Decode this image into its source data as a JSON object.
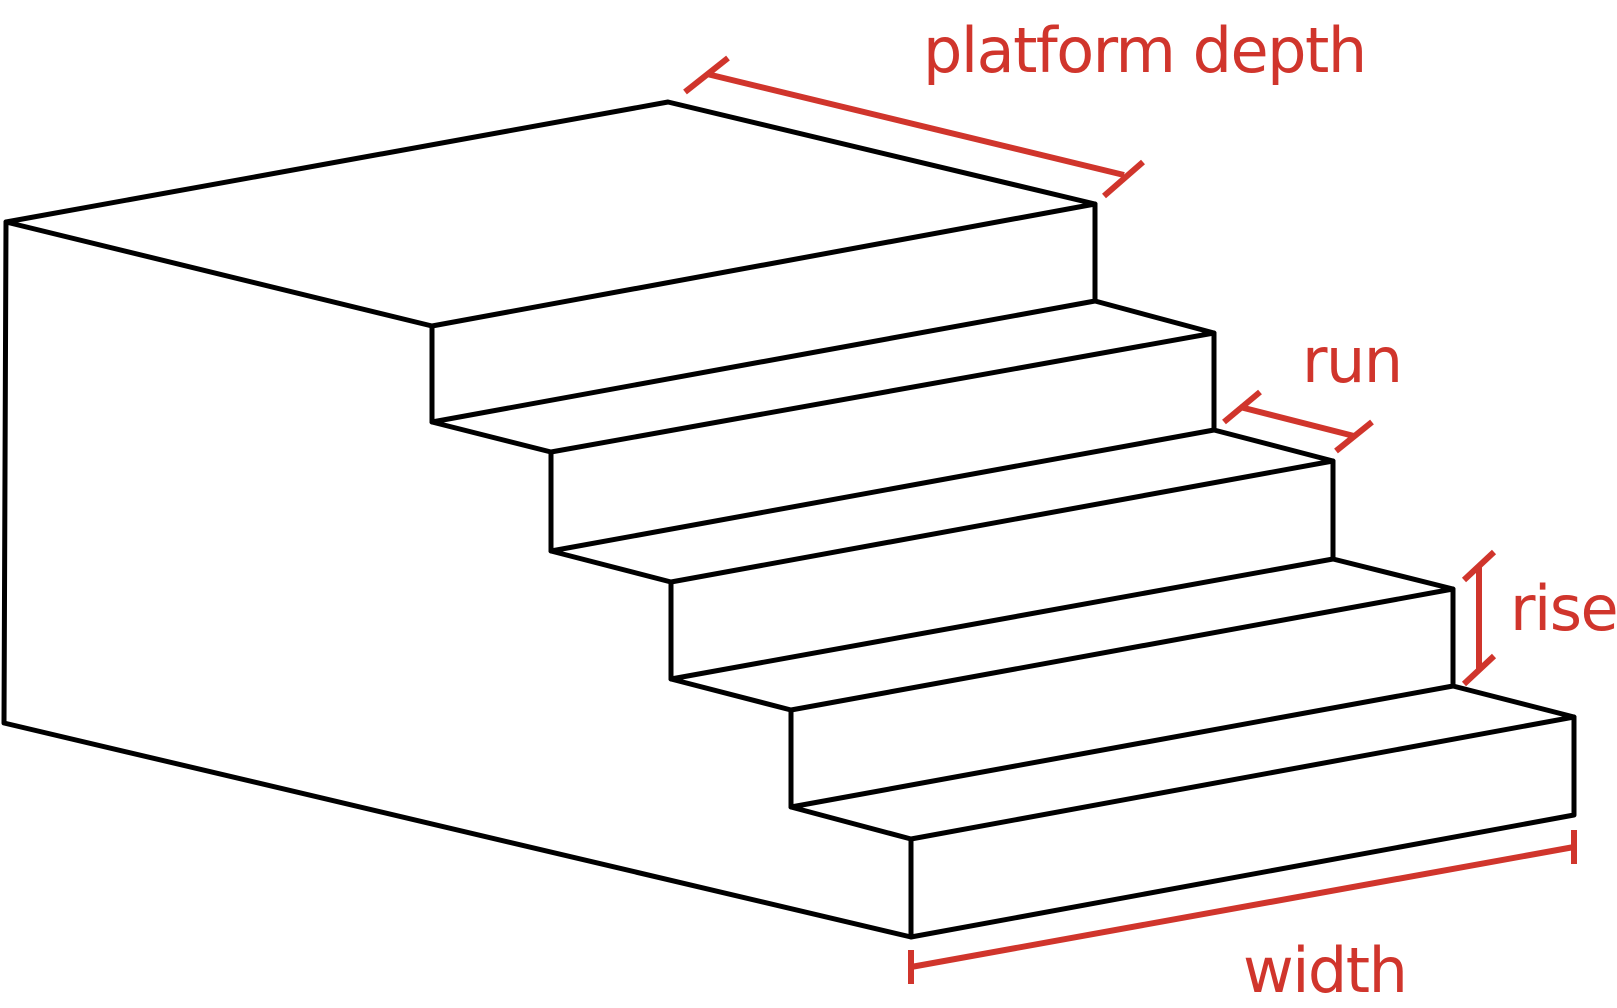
{
  "diagram": {
    "accent_color": "#d0352c",
    "line_color": "#000000",
    "labels": {
      "platform_depth": "platform depth",
      "run": "run",
      "rise": "rise",
      "width": "width"
    }
  }
}
